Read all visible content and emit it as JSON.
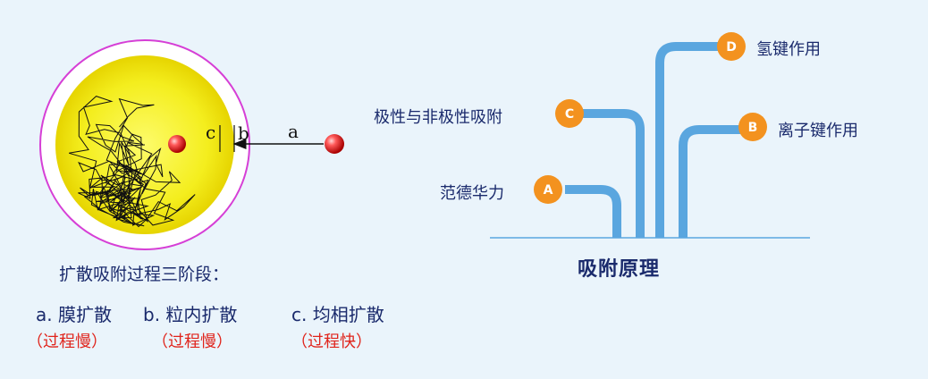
{
  "colors": {
    "background": "#eaf4fb",
    "bar": "#5aa6df",
    "badge": "#f3921f",
    "text_dark": "#1a2a6c",
    "text_red": "#e0241b",
    "ring": "#d63fd6",
    "particle_core": "#f6f000"
  },
  "left": {
    "arrow_labels": {
      "a": "a",
      "b": "b",
      "c": "c"
    },
    "title": "扩散吸附过程三阶段：",
    "stages": [
      {
        "name": "a. 膜扩散",
        "rate": "（过程慢）"
      },
      {
        "name": "b. 粒内扩散",
        "rate": "（过程慢）"
      },
      {
        "name": "c. 均相扩散",
        "rate": "（过程快）"
      }
    ]
  },
  "right": {
    "caption": "吸附原理",
    "items": [
      {
        "badge": "A",
        "label": "范德华力"
      },
      {
        "badge": "C",
        "label": "极性与非极性吸附"
      },
      {
        "badge": "D",
        "label": "氢键作用"
      },
      {
        "badge": "B",
        "label": "离子键作用"
      }
    ]
  }
}
